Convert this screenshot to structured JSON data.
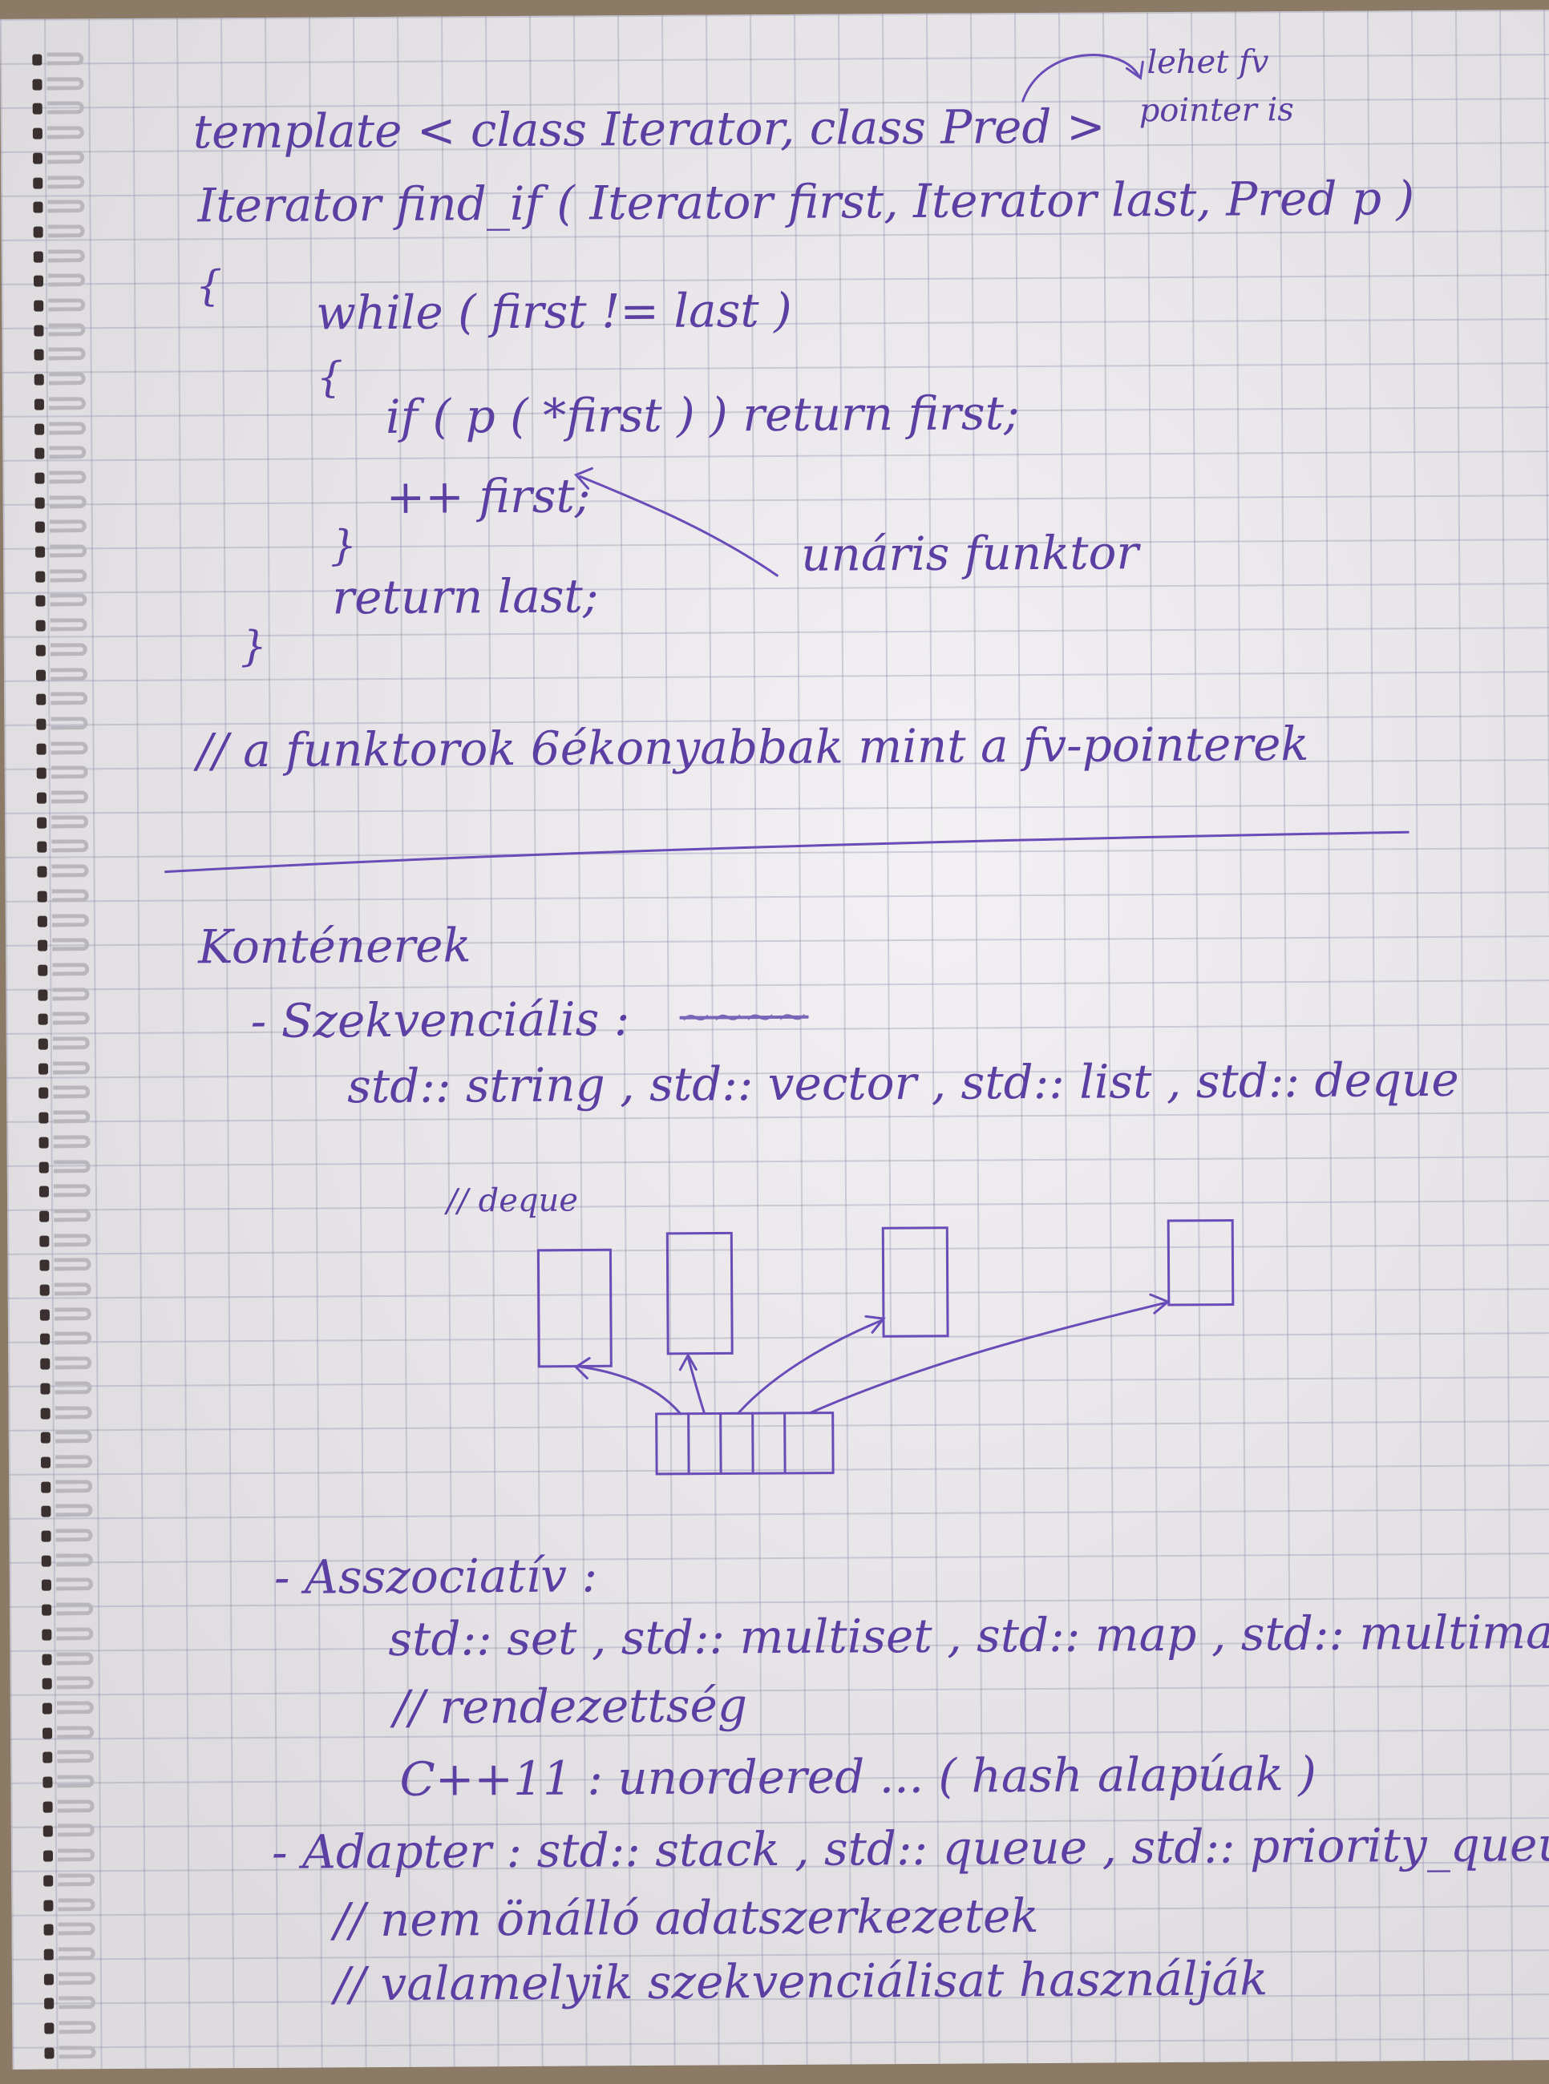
{
  "code": {
    "line1_template": "template < class Iterator, class Pred >",
    "line2_signature": "Iterator find_if ( Iterator first, Iterator last, Pred p )",
    "open_brace": "{",
    "while_line": "while ( first != last )",
    "inner_open": "{",
    "if_line": "if ( p ( *first ) ) return first;",
    "incr_line": "++ first;",
    "inner_close": "}",
    "return_line": "return last;",
    "close_brace": "}"
  },
  "annotations": {
    "pointer_note_line1": "lehet fv",
    "pointer_note_line2": "pointer is",
    "functor_note": "unáris funktor",
    "functor_comment": "// a funktorok 6ékonyabbak mint a fv-pointerek"
  },
  "containers": {
    "heading": "Konténerek",
    "sequential_label": "- Szekvenciális :",
    "sequential_items": "std:: string , std:: vector , std:: list , std:: deque",
    "deque_label": "// deque",
    "associative_label": "- Asszociatív :",
    "associative_items": "std:: set , std:: multiset , std:: map , std:: multimap",
    "ordering_comment": "// rendezettség",
    "cpp11_line": "C++11 : unordered ...     ( hash alapúak )",
    "adapter_line": "- Adapter : std:: stack , std:: queue , std:: priority_queue",
    "adapter_note1": "// nem önálló adatszerkezetek",
    "adapter_note2": "// valamelyik szekvenciálisat használják"
  },
  "colors": {
    "ink": "#5b3fa3",
    "paper": "#ece9ec",
    "grid": "#8c8caa"
  }
}
